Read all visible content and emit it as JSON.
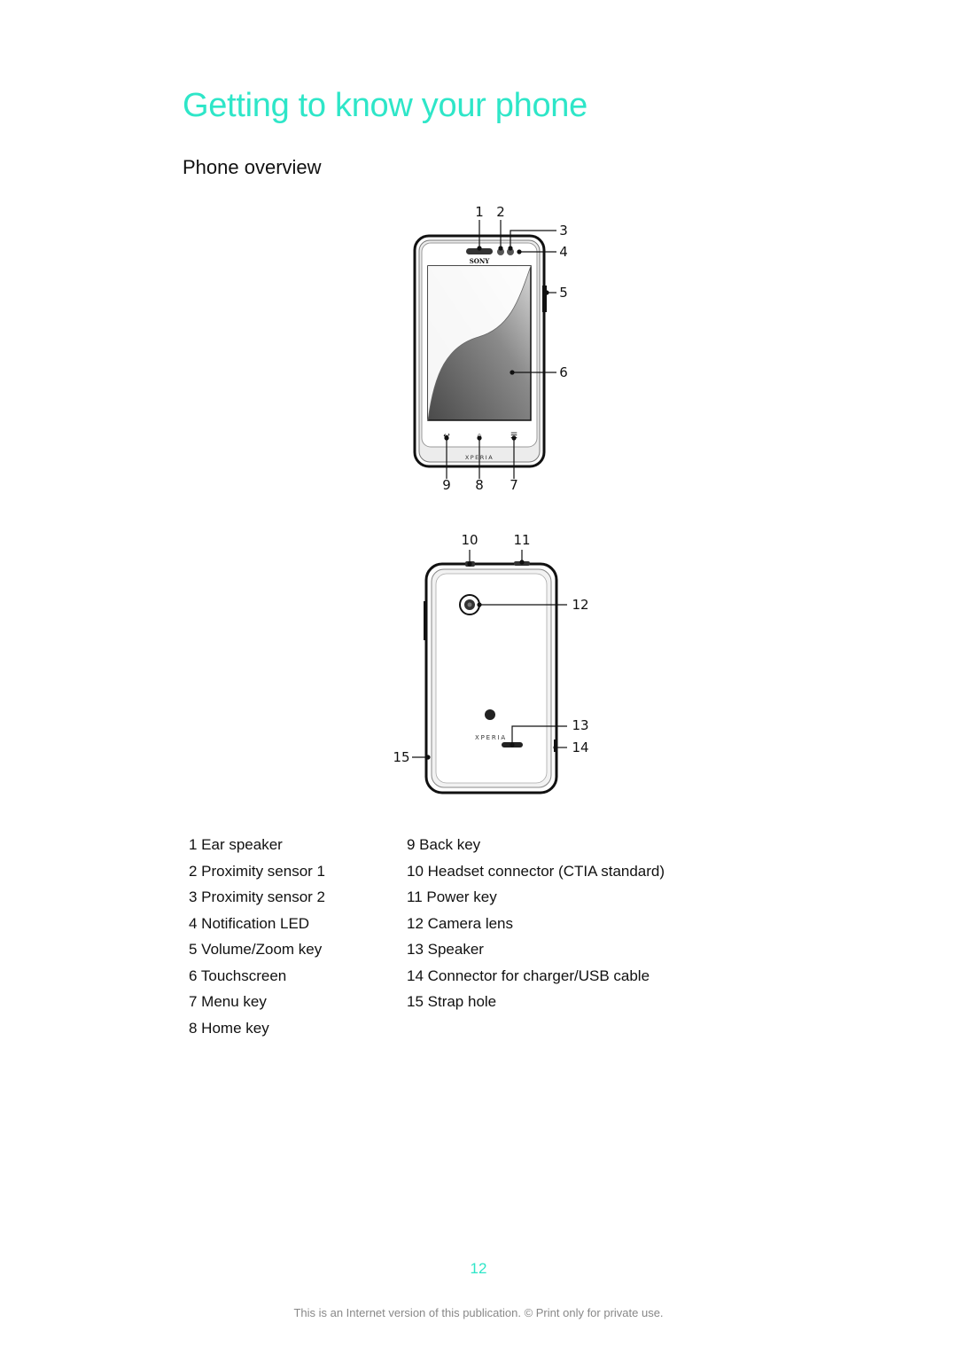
{
  "page": {
    "title": "Getting to know your phone",
    "section_title": "Phone overview",
    "page_number": "12",
    "footer": "This is an Internet version of this publication. © Print only for private use."
  },
  "figure": {
    "front_brand": "SONY",
    "front_model": "XPERIA",
    "back_model": "XPERIA",
    "callouts": [
      "1",
      "2",
      "3",
      "4",
      "5",
      "6",
      "7",
      "8",
      "9",
      "10",
      "11",
      "12",
      "13",
      "14",
      "15"
    ]
  },
  "legend": {
    "left": [
      "1 Ear speaker",
      "2 Proximity sensor 1",
      "3 Proximity sensor 2",
      "4 Notification LED",
      "5 Volume/Zoom key",
      "6 Touchscreen",
      "7 Menu key",
      "8 Home key"
    ],
    "right": [
      "9 Back key",
      "10 Headset connector (CTIA standard)",
      "11 Power key",
      "12 Camera lens",
      "13 Speaker",
      "14 Connector for charger/USB cable",
      "15 Strap hole"
    ]
  }
}
